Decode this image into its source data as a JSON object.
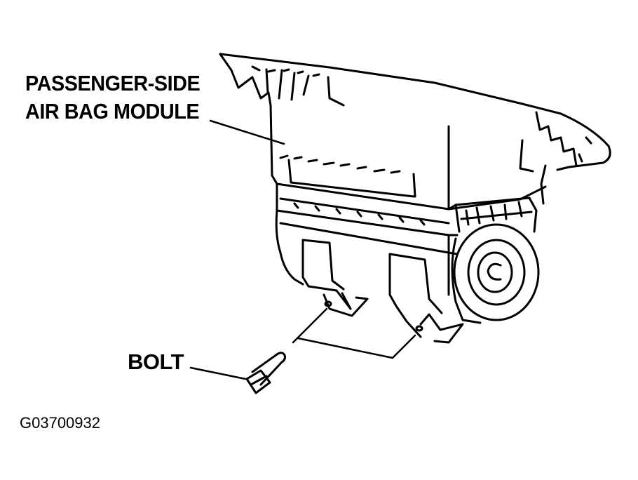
{
  "labels": {
    "module_line1": "PASSENGER-SIDE",
    "module_line2": "AIR BAG MODULE",
    "bolt": "BOLT",
    "figure_id": "G03700932"
  },
  "colors": {
    "ink": "#000000",
    "background": "#ffffff"
  }
}
